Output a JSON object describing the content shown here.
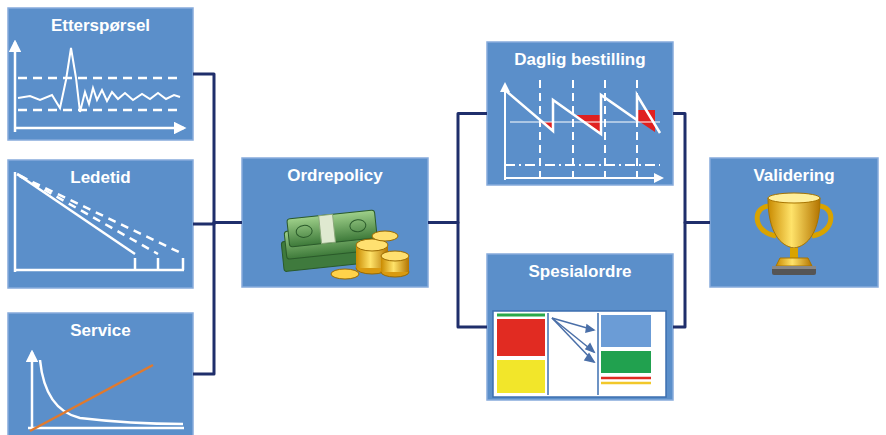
{
  "diagram": {
    "nodes": [
      {
        "text": [
          "Etterspørsel"
        ]
      },
      {
        "text": [
          "Ledetid"
        ]
      },
      {
        "text": [
          "Service"
        ]
      },
      {
        "text": [
          "Ordrepolicy"
        ]
      },
      {
        "text": [
          "Daglig bestilling"
        ]
      },
      {
        "text": [
          "Spesialordre"
        ]
      },
      {
        "text": [
          "Validering"
        ]
      }
    ],
    "edges": [
      {
        "from": 0,
        "to": 3,
        "arrow": "none"
      },
      {
        "from": 1,
        "to": 3,
        "arrow": "none"
      },
      {
        "from": 2,
        "to": 3,
        "arrow": "none"
      },
      {
        "from": 3,
        "to": 4,
        "arrow": "none"
      },
      {
        "from": 3,
        "to": 5,
        "arrow": "none"
      },
      {
        "from": 4,
        "to": 6,
        "arrow": "none"
      },
      {
        "from": 5,
        "to": 6,
        "arrow": "none"
      }
    ]
  }
}
